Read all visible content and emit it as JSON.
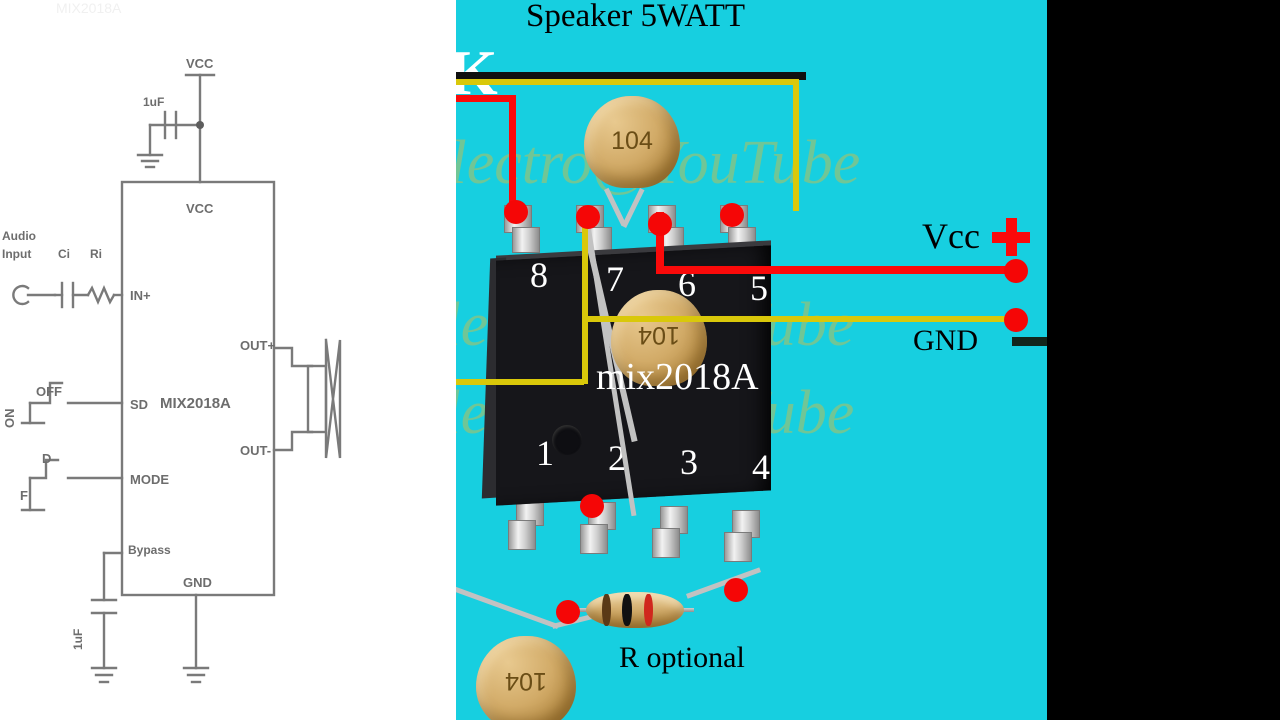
{
  "page": {
    "background_color": "#000000",
    "photo_background_color": "#17cfe0"
  },
  "schematic": {
    "title_cut": "MIX2018A",
    "ic_label": "MIX2018A",
    "supply_label": "VCC",
    "supply_pin_label": "VCC",
    "bypass_cap_value": "1uF",
    "input_cap_label": "Ci",
    "input_res_label": "Ri",
    "audio_input_line1": "Audio",
    "audio_input_line2": "Input",
    "in_pin": "IN+",
    "sd_pin": "SD",
    "mode_pin": "MODE",
    "bypass_pin": "Bypass",
    "bypass_cap_value2": "1uF",
    "gnd_pin": "GND",
    "out_plus": "OUT+",
    "out_minus": "OUT-",
    "switch_off": "OFF",
    "switch_on": "ON",
    "mode_d": "D",
    "mode_f": "F"
  },
  "photo": {
    "speaker_label": "Speaker 5WATT",
    "ic_name": "mix2018A",
    "vcc_label": "Vcc",
    "gnd_label": "GND",
    "resistor_label": "R optional",
    "cap_top_value": "104",
    "cap_mid_value": "104",
    "cap_bottom_value": "104",
    "watermark": "electro@YouTube",
    "left_cut_letter": "K",
    "pins_top": [
      "8",
      "7",
      "6",
      "5"
    ],
    "pins_bottom": [
      "1",
      "2",
      "3",
      "4"
    ],
    "wire_colors": {
      "vcc": "#fa0a0a",
      "gnd": "#d9c80a",
      "speaker_black": "#101010",
      "component_lead": "#c2c2c2",
      "solder_dot": "#f50606"
    }
  }
}
